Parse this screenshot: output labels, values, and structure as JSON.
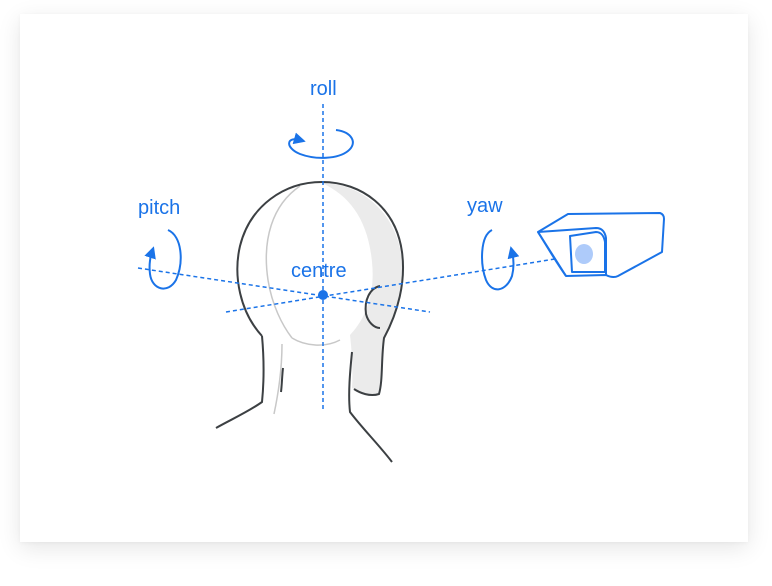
{
  "labels": {
    "roll": "roll",
    "pitch": "pitch",
    "yaw": "yaw",
    "centre": "centre"
  },
  "colors": {
    "accent": "#1a73e8",
    "outline": "#3c4043",
    "outline_light": "#c8c8c8",
    "head_shade": "#ebebeb",
    "lens_fill": "#aecbfa"
  },
  "icons": {
    "roll_arrow": "rotation-arrow-icon",
    "pitch_arrow": "rotation-arrow-icon",
    "yaw_arrow": "rotation-arrow-icon",
    "camera": "camera-icon"
  }
}
